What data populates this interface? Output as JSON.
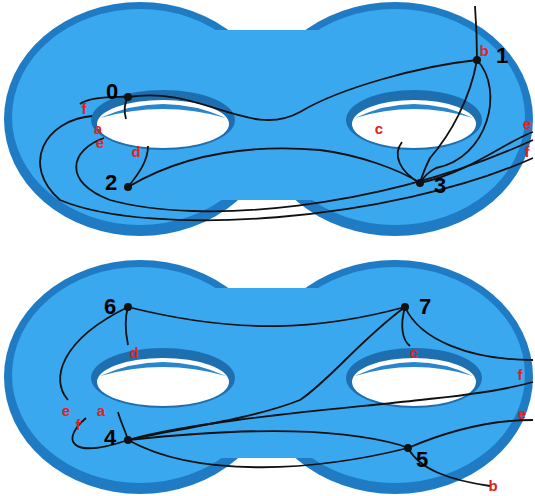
{
  "diagram": {
    "labels": [
      "0",
      "a",
      "f",
      "e",
      "d",
      "2",
      "b",
      "1",
      "c",
      "3",
      "e",
      "f",
      "6",
      "d",
      "7",
      "c",
      "f",
      "e",
      "f",
      "e",
      "a",
      "4",
      "5",
      "b"
    ]
  }
}
